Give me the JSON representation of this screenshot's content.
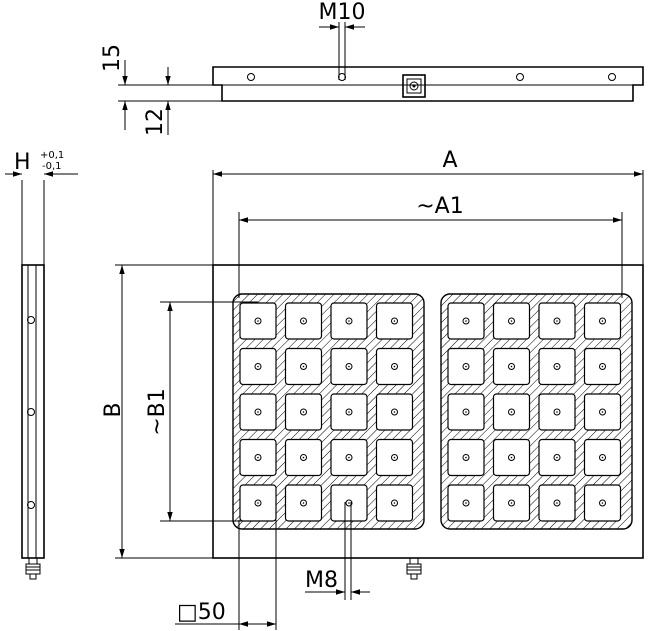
{
  "drawing": {
    "labels": {
      "A": "A",
      "A1": "~A1",
      "B": "B",
      "B1": "~B1",
      "H": "H",
      "H_tol_plus": "+0,1",
      "H_tol_minus": "-0,1",
      "M10": "M10",
      "M8": "M8",
      "dim_15": "15",
      "dim_12": "12",
      "square50": "□50"
    },
    "grid": {
      "blocks": 2,
      "rows_per_block": 5,
      "cols_per_block": 4
    },
    "colors": {
      "line": "#000000",
      "background": "#ffffff"
    }
  }
}
